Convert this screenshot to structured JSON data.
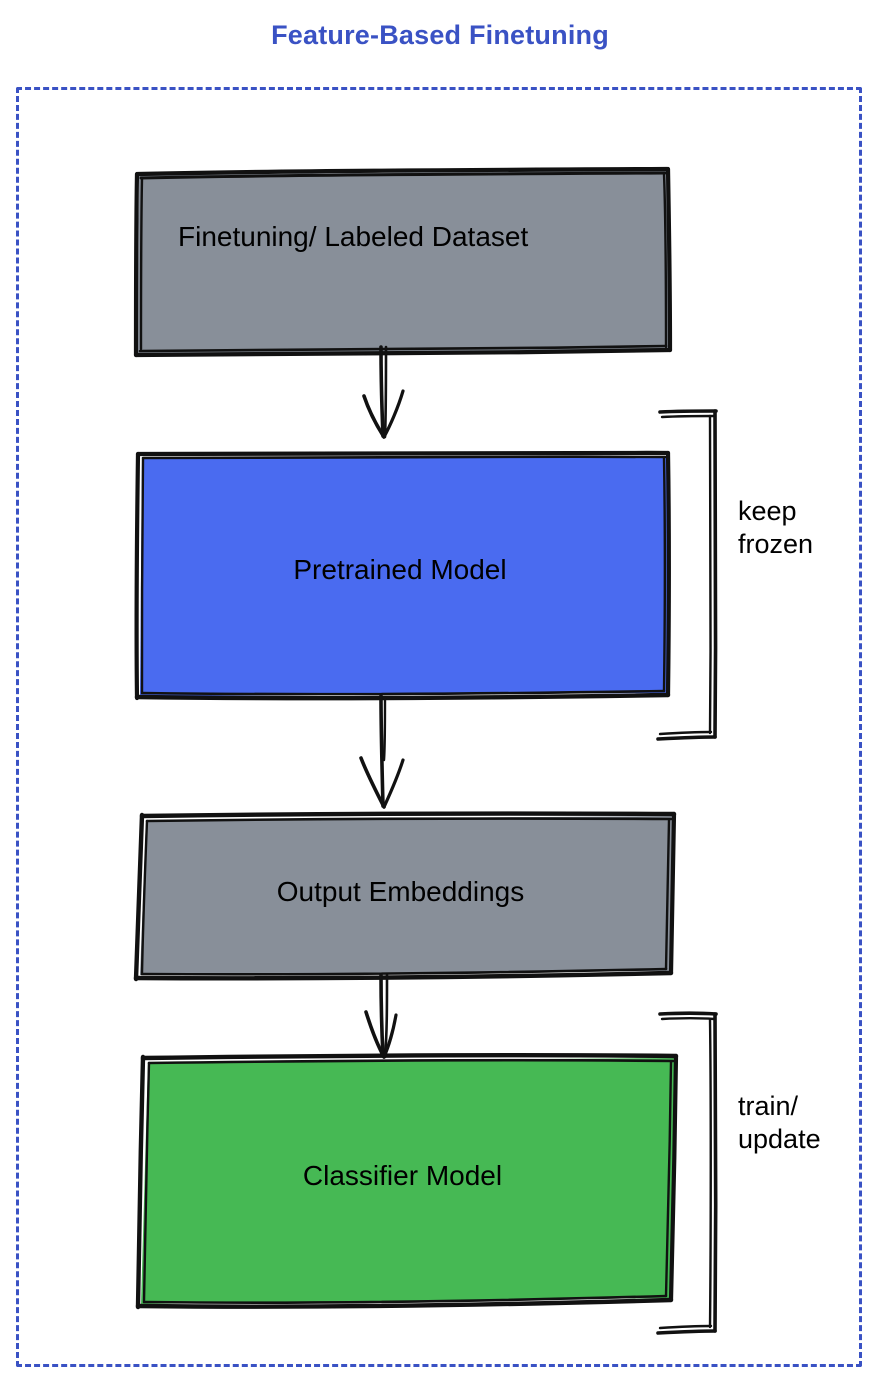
{
  "title": "Feature-Based Finetuning",
  "colors": {
    "title": "#3a52c4",
    "frame_border": "#3a52c4",
    "gray_fill": "#888f99",
    "blue_fill": "#4a6bf0",
    "green_fill": "#46b954",
    "stroke": "#111111",
    "background": "#ffffff",
    "text": "#000000"
  },
  "nodes": [
    {
      "id": "dataset",
      "label": "Finetuning/ Labeled Dataset",
      "fill": "#888f99"
    },
    {
      "id": "pretrained",
      "label": "Pretrained Model",
      "fill": "#4a6bf0"
    },
    {
      "id": "embeddings",
      "label": "Output Embeddings",
      "fill": "#888f99"
    },
    {
      "id": "classifier",
      "label": "Classifier Model",
      "fill": "#46b954"
    }
  ],
  "edges": [
    {
      "id": "edge-dataset-pretrained",
      "from": "dataset",
      "to": "pretrained",
      "style": "arrow-down"
    },
    {
      "id": "edge-pretrained-embeddings",
      "from": "pretrained",
      "to": "embeddings",
      "style": "arrow-down"
    },
    {
      "id": "edge-embeddings-classifier",
      "from": "embeddings",
      "to": "classifier",
      "style": "arrow-down"
    }
  ],
  "annotations": [
    {
      "id": "keep-frozen",
      "lines": [
        "keep",
        "frozen"
      ],
      "text": "keep\nfrozen",
      "targets": [
        "pretrained"
      ]
    },
    {
      "id": "train-update",
      "lines": [
        "train/",
        "update"
      ],
      "text": "train/\nupdate",
      "targets": [
        "classifier"
      ]
    }
  ],
  "frame": {
    "style": "dashed",
    "color": "#3a52c4"
  }
}
